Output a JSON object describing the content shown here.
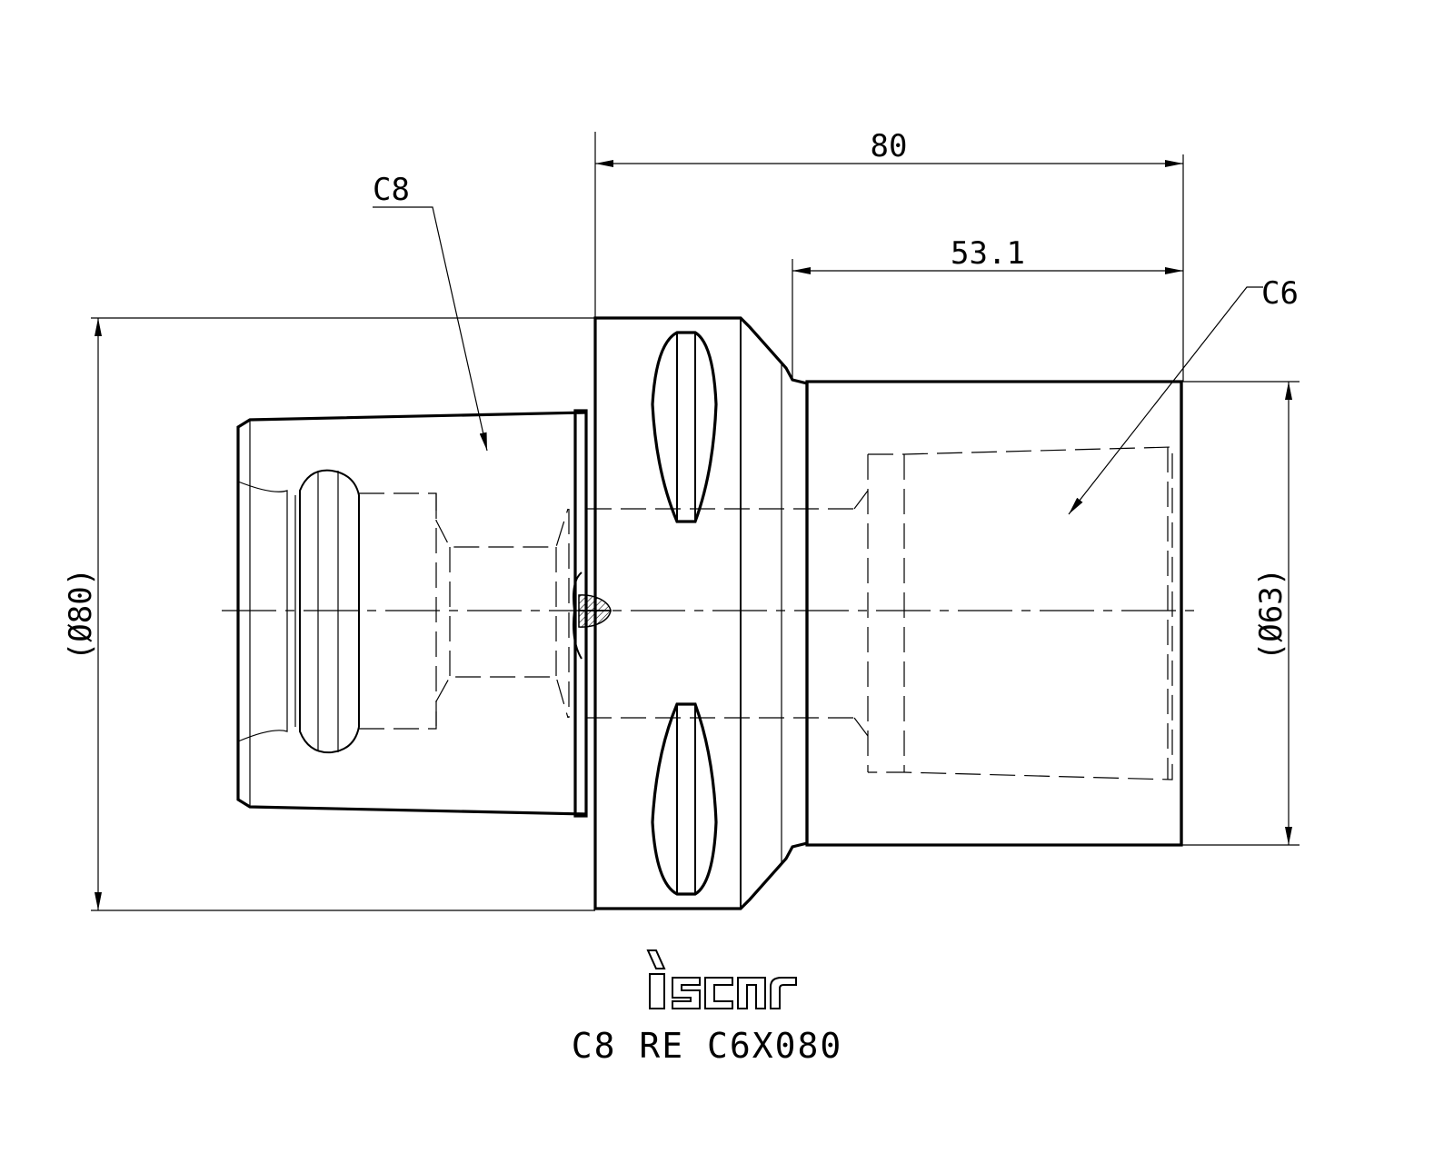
{
  "labels": {
    "c8": "C8",
    "c6": "C6"
  },
  "dimensions": {
    "total_length": "80",
    "shank_length": "53.1",
    "left_diameter": "(Ø80)",
    "right_diameter": "(Ø63)"
  },
  "brand": {
    "logo": "iscar"
  },
  "part_number": "C8 RE C6X080",
  "colors": {
    "line": "#000000",
    "background": "#ffffff"
  }
}
